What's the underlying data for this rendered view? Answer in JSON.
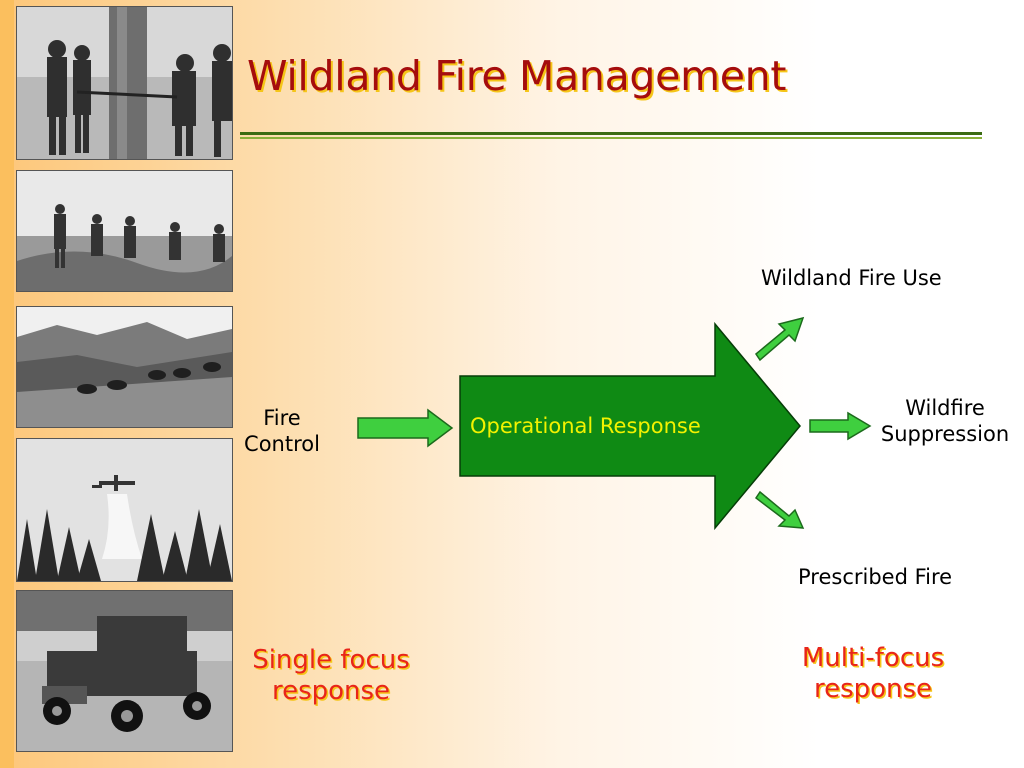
{
  "title": "Wildland Fire Management",
  "diagram": {
    "source_label_line1": "Fire",
    "source_label_line2": "Control",
    "center_label": "Operational Response",
    "outcome_top": "Wildland Fire Use",
    "outcome_middle_line1": "Wildfire",
    "outcome_middle_line2": "Suppression",
    "outcome_bottom": "Prescribed Fire"
  },
  "captions": {
    "left_line1": "Single focus",
    "left_line2": "response",
    "right_line1": "Multi-focus",
    "right_line2": "response"
  },
  "colors": {
    "title": "#a50d0d",
    "title_shadow": "#f5c518",
    "caption": "#e8251a",
    "big_arrow": "#0f8a14",
    "small_arrow": "#3fcf3f",
    "center_text": "#f2f200",
    "rule_dark": "#3b6b12",
    "rule_light": "#8ab03a"
  },
  "photos": [
    {
      "icon": "crew-at-tree-photo"
    },
    {
      "icon": "crew-in-field-photo"
    },
    {
      "icon": "pack-mule-train-photo"
    },
    {
      "icon": "air-tanker-drop-photo"
    },
    {
      "icon": "vintage-truck-photo"
    }
  ]
}
